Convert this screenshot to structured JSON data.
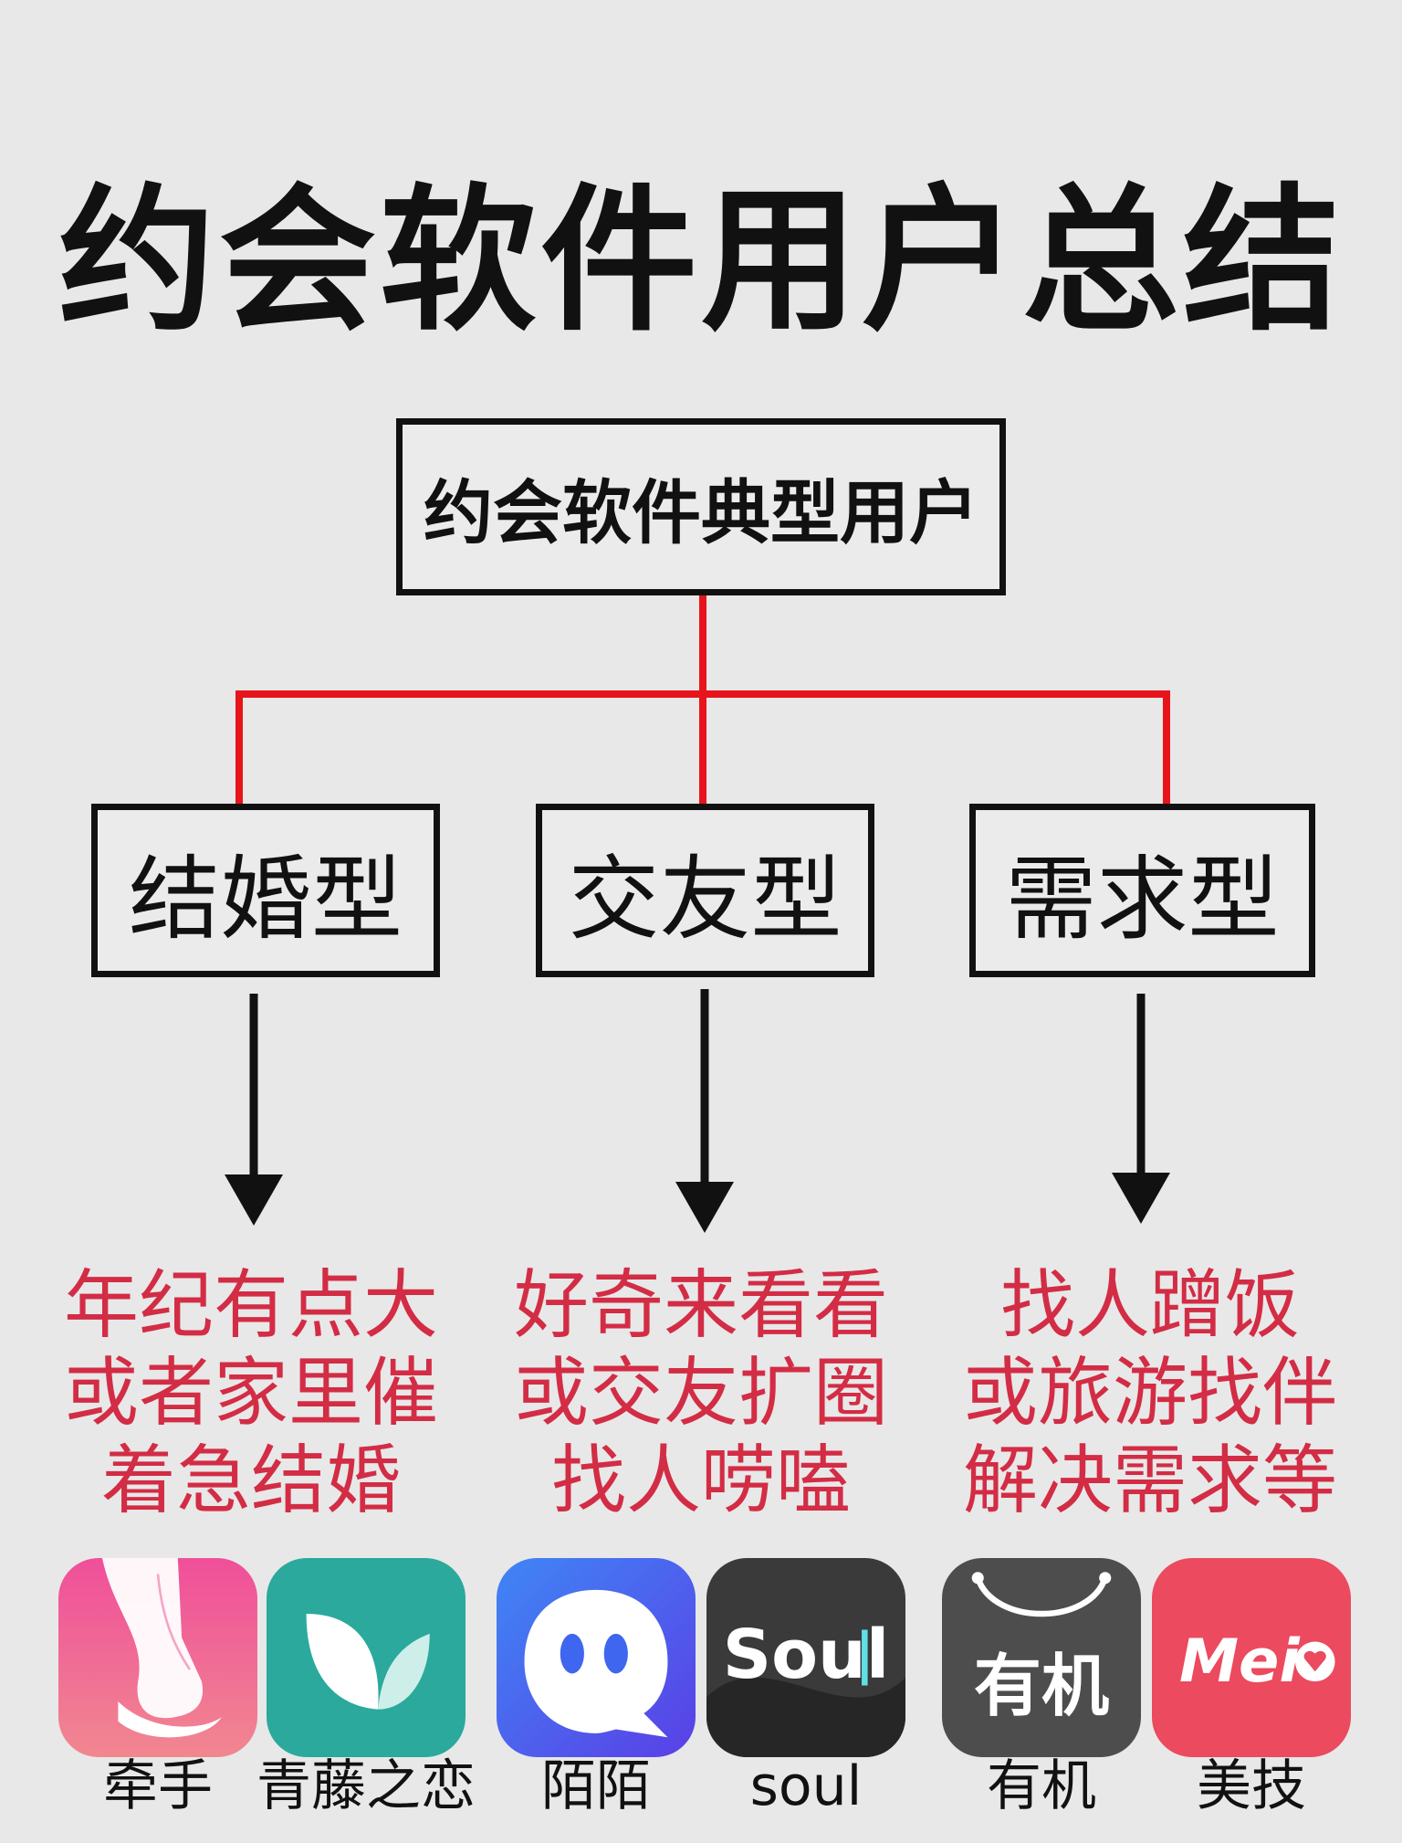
{
  "title": "约会软件用户总结",
  "root": "约会软件典型用户",
  "categories": [
    {
      "label": "结婚型",
      "desc": [
        "年纪有点大",
        "或者家里催",
        "着急结婚"
      ]
    },
    {
      "label": "交友型",
      "desc": [
        "好奇来看看",
        "或交友扩圈",
        "找人唠嗑"
      ]
    },
    {
      "label": "需求型",
      "desc": [
        "找人蹭饭",
        "或旅游找伴",
        "解决需求等"
      ]
    }
  ],
  "apps": [
    {
      "name": "牵手",
      "icon": "holding-hands-icon",
      "color": "#e9508d"
    },
    {
      "name": "青藤之恋",
      "icon": "leaf-icon",
      "color": "#2aa99c"
    },
    {
      "name": "陌陌",
      "icon": "chat-bubble-icon",
      "color": "#4b53ec"
    },
    {
      "name": "soul",
      "icon": "soul-logo-icon",
      "color": "#3a3a3a",
      "logo_text": "Soul"
    },
    {
      "name": "有机",
      "icon": "shopping-bag-icon",
      "color": "#4d4d4d",
      "logo_text": "有机"
    },
    {
      "name": "美技",
      "icon": "mei-logo-icon",
      "color": "#ec4a5e",
      "logo_text": "Mei"
    }
  ],
  "colors": {
    "connector": "#e8141b",
    "description": "#d32c45",
    "border": "#111111",
    "background": "#e8e8e8"
  }
}
